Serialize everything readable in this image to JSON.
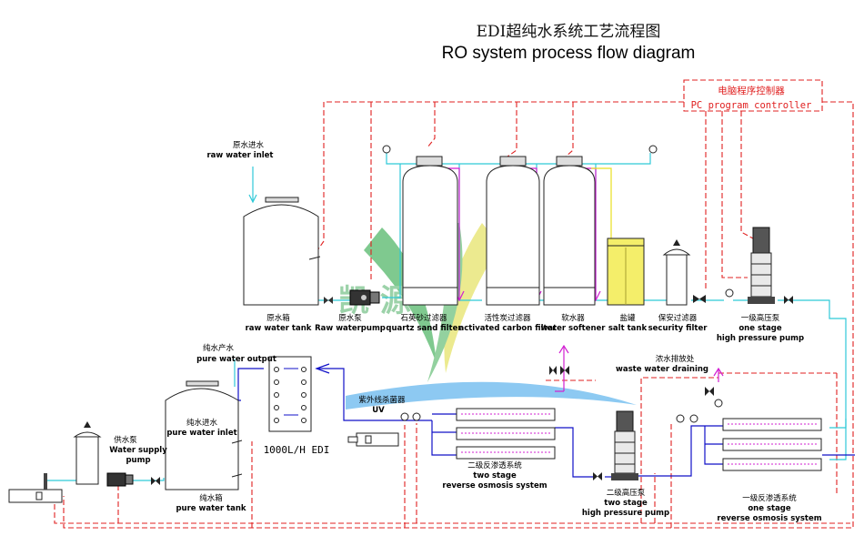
{
  "title": {
    "cn": "EDI超纯水系统工艺流程图",
    "en": "RO system process flow diagram"
  },
  "controller": {
    "cn": "电脑程序控制器",
    "en": "PC program controller"
  },
  "watermark": "凯 源",
  "labels": {
    "raw_inlet": {
      "cn": "原水进水",
      "en": "raw water inlet"
    },
    "raw_tank": {
      "cn": "原水箱",
      "en": "raw water tank"
    },
    "raw_pump": {
      "cn": "原水泵",
      "en": "Raw waterpump"
    },
    "quartz": {
      "cn": "石英砂过滤器",
      "en": "quartz sand filter"
    },
    "carbon": {
      "cn": "活性炭过滤器",
      "en": "activated carbon filter"
    },
    "softener": {
      "cn": "软水器",
      "en": "water softener"
    },
    "salt": {
      "cn": "盐罐",
      "en": "salt tank"
    },
    "security": {
      "cn": "保安过滤器",
      "en": "security filter"
    },
    "hp1": {
      "cn": "一级高压泵",
      "en1": "one stage",
      "en2": "high pressure pump"
    },
    "pure_output": {
      "cn": "纯水产水",
      "en": "pure water output"
    },
    "waste": {
      "cn": "浓水排放处",
      "en": "waste water draining"
    },
    "uv": {
      "cn": "紫外线杀菌器",
      "en": "UV"
    },
    "pure_inlet": {
      "cn": "纯水进水",
      "en": "pure water inlet"
    },
    "supply_pump": {
      "cn": "供水泵",
      "en1": "Water supply",
      "en2": "pump"
    },
    "pure_tank": {
      "cn": "纯水箱",
      "en": "pure water tank"
    },
    "edi": "1000L/H EDI",
    "ro2": {
      "cn": "二级反渗透系统",
      "en1": "two stage",
      "en2": "reverse osmosis system"
    },
    "hp2": {
      "cn": "二级高压泵",
      "en1": "two stage",
      "en2": "high pressure pump"
    },
    "ro1": {
      "cn": "一级反渗透系统",
      "en1": "one stage",
      "en2": "reverse osmosis system"
    }
  },
  "colors": {
    "control_line": "#e02020",
    "raw_water_line": "#2fc9d8",
    "pure_water_line": "#1010c8",
    "drain_line": "#d21fd2",
    "brine_line": "#e8e020"
  }
}
